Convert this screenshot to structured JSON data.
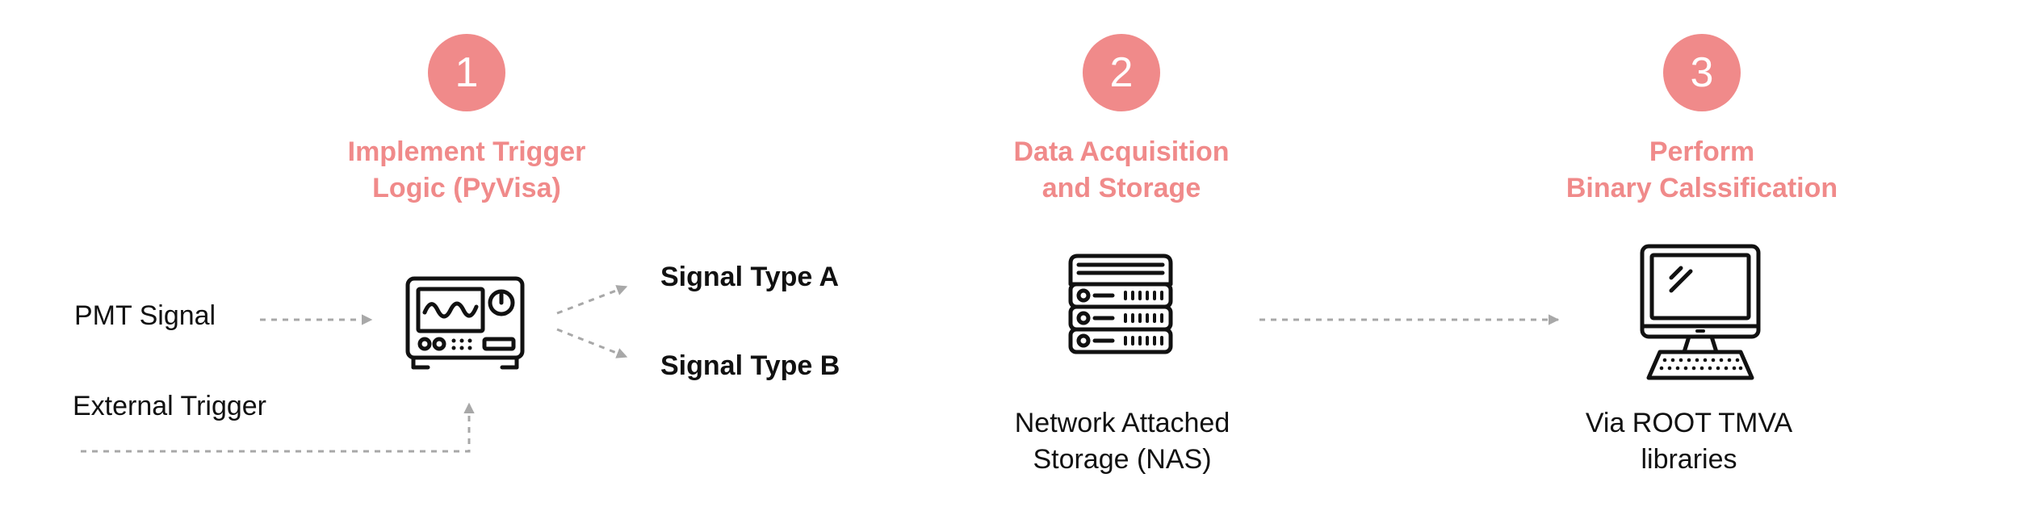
{
  "colors": {
    "accent": "#f08a8a",
    "ink": "#111111",
    "arrow": "#a8a8a8"
  },
  "steps": [
    {
      "number": "1",
      "title_line1": "Implement Trigger",
      "title_line2": "Logic (PyVisa)"
    },
    {
      "number": "2",
      "title_line1": "Data Acquisition",
      "title_line2": "and Storage"
    },
    {
      "number": "3",
      "title_line1": "Perform",
      "title_line2": "Binary Calssification"
    }
  ],
  "inputs": {
    "pmt_signal": "PMT Signal",
    "external_trigger": "External Trigger"
  },
  "outputs": {
    "signal_a": "Signal Type A",
    "signal_b": "Signal Type B"
  },
  "captions": {
    "nas_line1": "Network Attached",
    "nas_line2": "Storage (NAS)",
    "tmva_line1": "Via ROOT TMVA",
    "tmva_line2": "libraries"
  },
  "icons": {
    "oscilloscope": "oscilloscope-icon",
    "server": "server-stack-icon",
    "computer": "desktop-computer-icon"
  }
}
